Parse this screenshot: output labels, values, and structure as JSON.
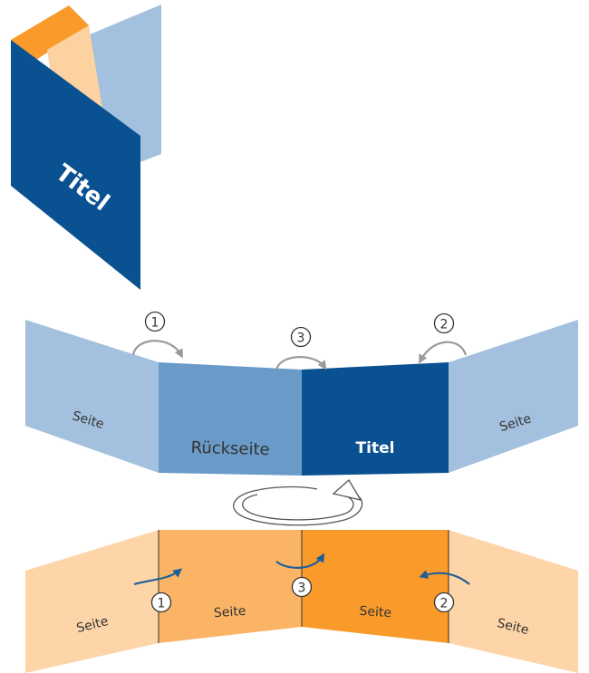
{
  "colors": {
    "navy": "#0a5192",
    "mid_blue": "#6a9bc8",
    "light_blue": "#a3c1de",
    "orange_dark": "#f99a2a",
    "orange_mid": "#fbb466",
    "orange_light": "#fdd5a8",
    "peach": "#fbd2a0",
    "arrow_gray": "#9a9a9a",
    "arrow_blue": "#1f5f97",
    "stroke": "#333333"
  },
  "preview": {
    "title": "Titel"
  },
  "outside": {
    "panel_left": "Seite",
    "panel_back": "Rückseite",
    "panel_title": "Titel",
    "panel_right": "Seite",
    "step_1": "1",
    "step_2": "2",
    "step_3": "3"
  },
  "inside": {
    "panel_1": "Seite",
    "panel_2": "Seite",
    "panel_3": "Seite",
    "panel_4": "Seite",
    "step_1": "1",
    "step_2": "2",
    "step_3": "3"
  }
}
